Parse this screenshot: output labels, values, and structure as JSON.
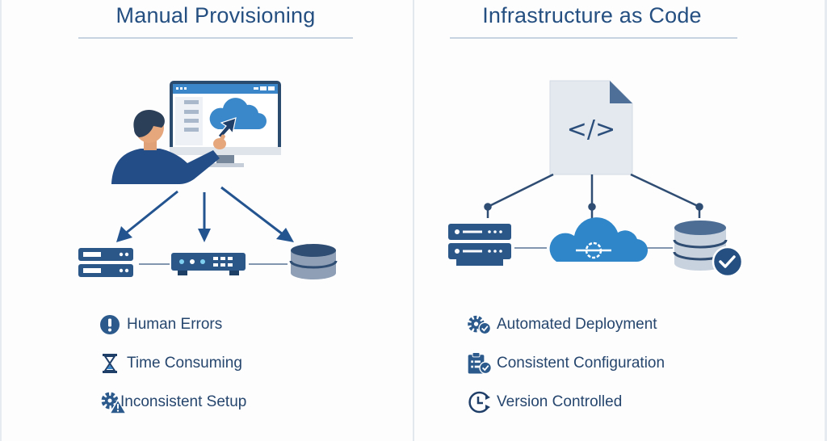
{
  "colors": {
    "primary": "#244f80",
    "accent_blue": "#2f86c8",
    "light_gray": "#e4e9f0",
    "mid_gray": "#8a9bb0",
    "text": "#26466e"
  },
  "left_panel": {
    "title": "Manual Provisioning",
    "illustration": {
      "person": "person-at-monitor",
      "screen_icon": "cloud-icon",
      "pointer": "cursor-arrow-icon",
      "targets": [
        "server-rack-icon",
        "network-switch-icon",
        "database-icon"
      ]
    },
    "items": [
      {
        "icon": "exclamation-circle-icon",
        "label": "Human Errors"
      },
      {
        "icon": "hourglass-icon",
        "label": "Time Consuming"
      },
      {
        "icon": "gear-warning-icon",
        "label": "Inconsistent Setup"
      }
    ]
  },
  "right_panel": {
    "title": "Infrastructure as Code",
    "illustration": {
      "source": "code-file-icon",
      "code_glyph": "</>",
      "targets": [
        "server-rack-icon",
        "cloud-network-icon",
        "database-check-icon"
      ]
    },
    "items": [
      {
        "icon": "gear-check-icon",
        "label": "Automated Deployment"
      },
      {
        "icon": "clipboard-check-icon",
        "label": "Consistent Configuration"
      },
      {
        "icon": "clock-history-icon",
        "label": "Version Controlled"
      }
    ]
  }
}
